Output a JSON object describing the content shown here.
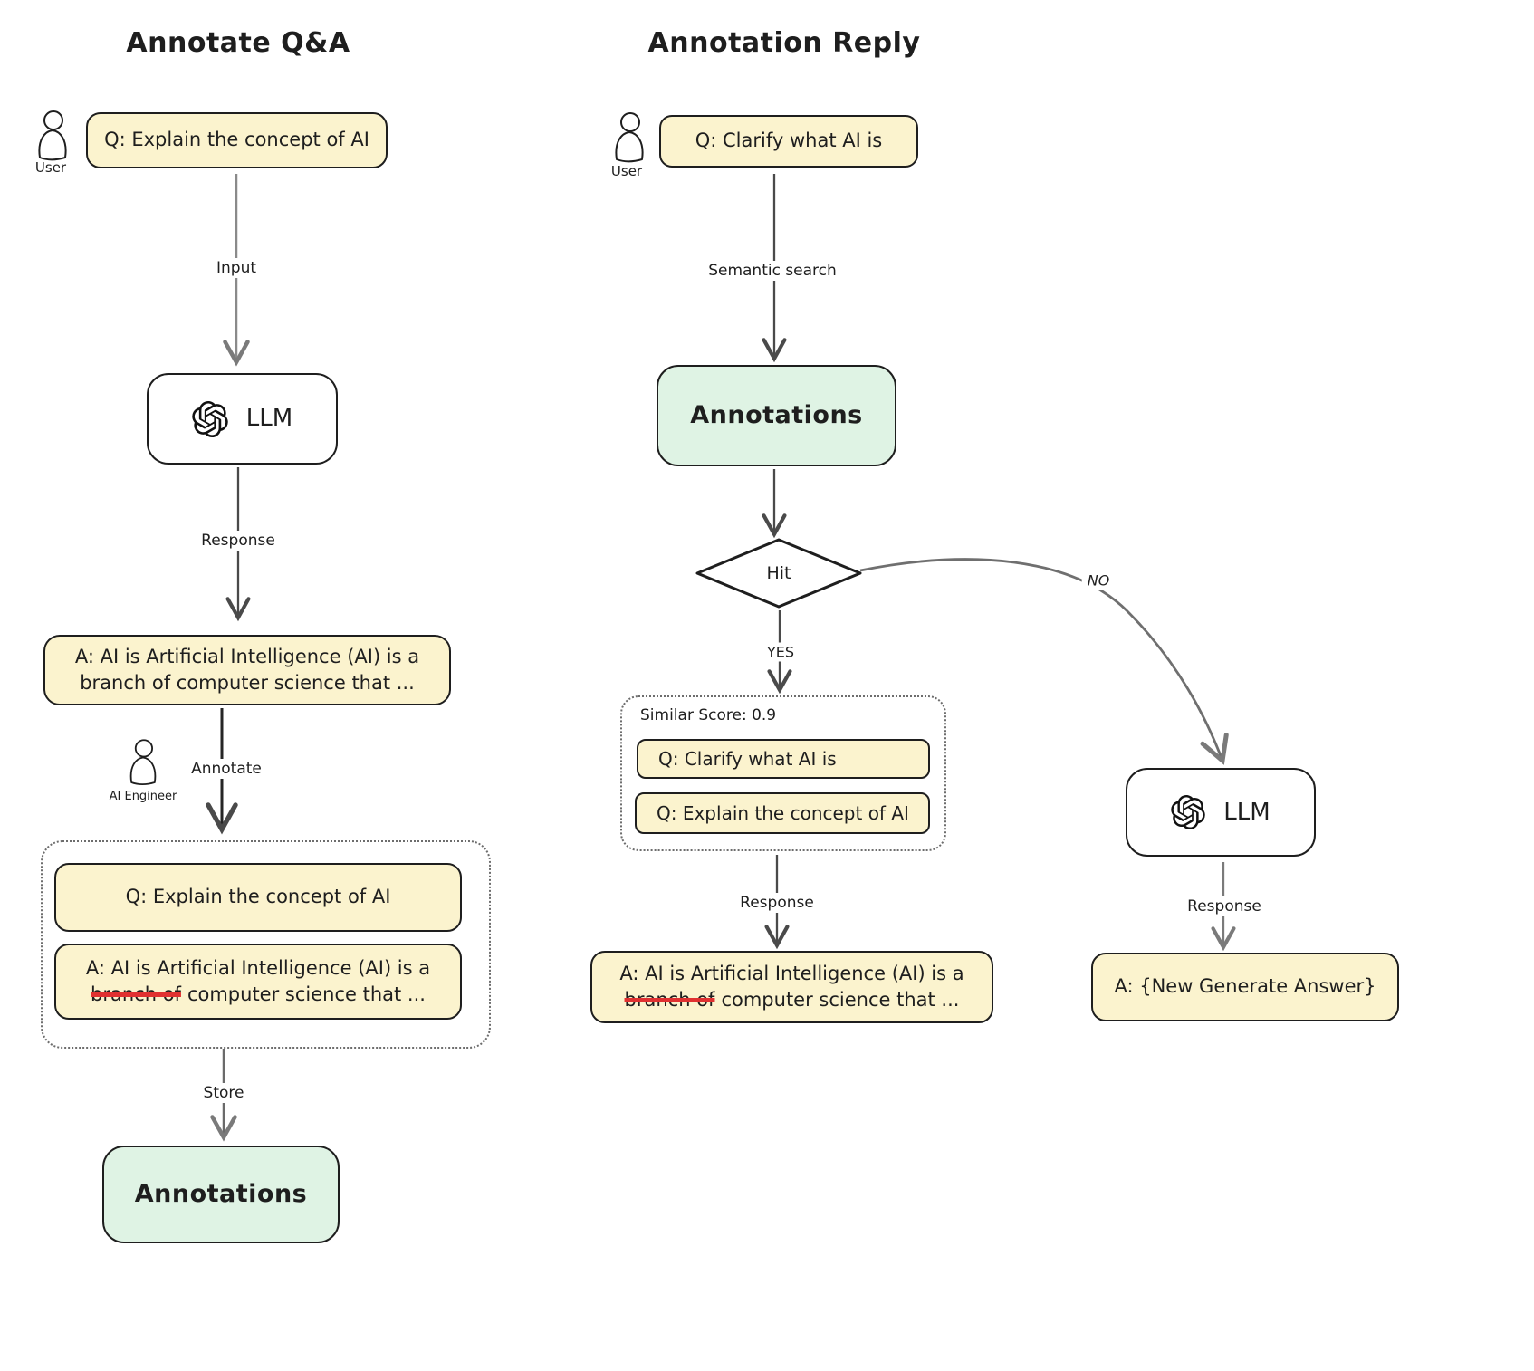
{
  "left": {
    "title": "Annotate Q&A",
    "user": "User",
    "question": "Q: Explain the concept of AI",
    "input_label": "Input",
    "llm": "LLM",
    "response_label": "Response",
    "answer_line1": "A: AI is Artificial Intelligence (AI) is a",
    "answer_line2": "branch of computer science that ...",
    "annotate_label": "Annotate",
    "engineer": "AI Engineer",
    "annotated_question": "Q: Explain the concept of AI",
    "annotated_answer_line1": "A: AI is Artificial Intelligence (AI) is a",
    "annotated_struck": "branch of",
    "annotated_rest": "computer science that ...",
    "store_label": "Store",
    "annotations": "Annotations"
  },
  "right": {
    "title": "Annotation Reply",
    "user": "User",
    "question": "Q: Clarify what AI is",
    "semantic_label": "Semantic search",
    "annotations": "Annotations",
    "hit": "Hit",
    "yes": "YES",
    "no": "NO",
    "similar_score": "Similar Score: 0.9",
    "match1": "Q: Clarify what AI is",
    "match2": "Q: Explain the concept of AI",
    "response_label": "Response",
    "answer_line1": "A: AI is Artificial Intelligence (AI) is a",
    "answer_struck": "branch of",
    "answer_rest": "computer science that ...",
    "llm": "LLM",
    "llm_response_label": "Response",
    "new_answer": "A: {New Generate Answer}"
  },
  "colors": {
    "box_yellow": "#fbf3ce",
    "box_green": "#dff3e4",
    "stroke_dark": "#1e1e1e",
    "strike_red": "#e03131",
    "arrow_gray": "#7a7a7a"
  }
}
